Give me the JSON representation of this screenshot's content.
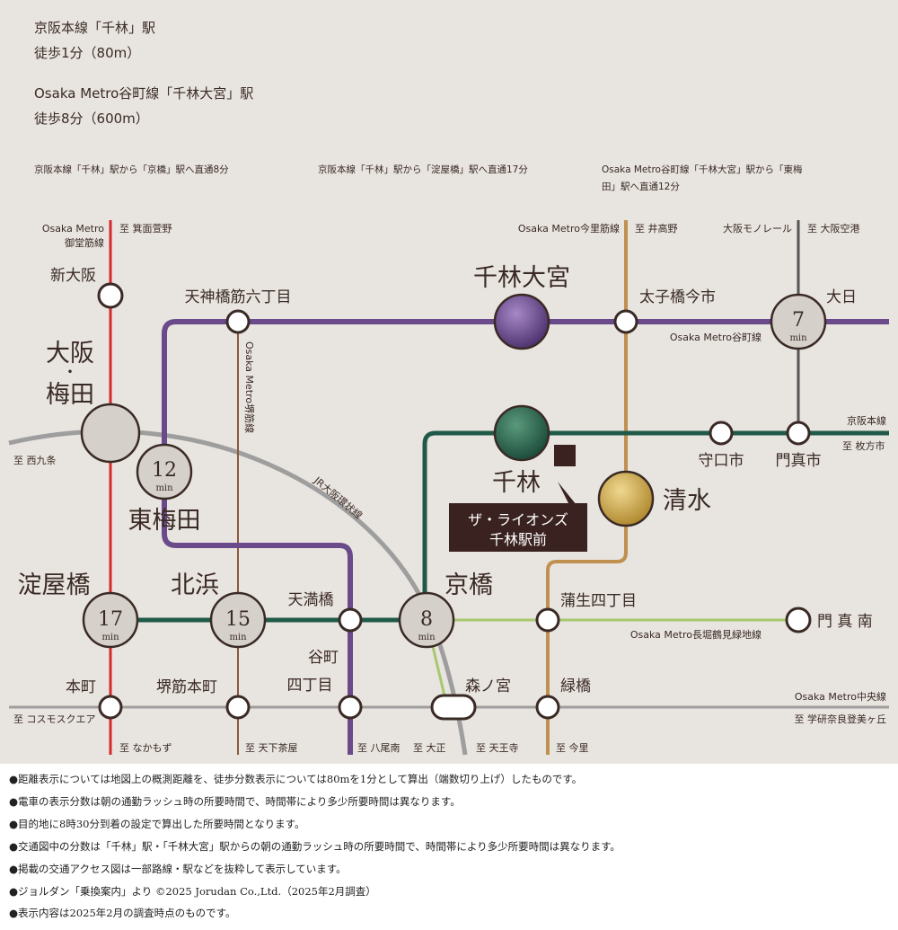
{
  "header": {
    "line1": "京阪本線「千林」駅",
    "line2": "徒歩1分（80m）",
    "line3": "Osaka Metro谷町線「千林大宮」駅",
    "line4": "徒歩8分（600m）"
  },
  "direct_notes": {
    "a": "京阪本線「千林」駅から「京橋」駅へ直通8分",
    "b": "京阪本線「千林」駅から「淀屋橋」駅へ直通17分",
    "c1": "Osaka Metro谷町線「千林大宮」駅から「東梅",
    "c2": "田」駅へ直通12分"
  },
  "lines": {
    "midosuji_1": "Osaka Metro",
    "midosuji_2": "御堂筋線",
    "sakaisuji": "Osaka Metro堺筋線",
    "loop": "JR大阪環状線",
    "imazatosuji": "Osaka Metro今里筋線",
    "monorail": "大阪モノレール",
    "tanimachi": "Osaka Metro谷町線",
    "keihan": "京阪本線",
    "nagahori": "Osaka Metro長堀鶴見緑地線",
    "chuo": "Osaka Metro中央線"
  },
  "directions": {
    "minoh": "至 箕面萱野",
    "nishikujo": "至 西九条",
    "itakano": "至 井高野",
    "osaka_airport": "至 大阪空港",
    "hirakata": "至 枚方市",
    "cosmo": "至 コスモスクエア",
    "nakamozu": "至 なかもず",
    "tengachaya": "至 天下茶屋",
    "yaominami": "至 八尾南",
    "taisho": "至 大正",
    "tennoji": "至 天王寺",
    "imazato": "至 今里",
    "gakken": "至 学研奈良登美ヶ丘"
  },
  "stations": {
    "shin_osaka": "新大阪",
    "osaka1": "大阪",
    "osaka_dot": "・",
    "umeda": "梅田",
    "higashi_umeda": "東梅田",
    "tenjinbashi": "天神橋筋六丁目",
    "sembayashi_omiya": "千林大宮",
    "taishibashi": "太子橋今市",
    "dainichi": "大日",
    "sembayashi": "千林",
    "shimizu": "清水",
    "moriguchi": "守口市",
    "kadoma": "門真市",
    "yodoyabashi": "淀屋橋",
    "kitahama": "北浜",
    "temmabashi": "天満橋",
    "kyobashi": "京橋",
    "gamo": "蒲生四丁目",
    "kadoma_minami": "門 真 南",
    "tanimachi4_1": "谷町",
    "tanimachi4_2": "四丁目",
    "hommachi": "本町",
    "sakaisuji_hommachi": "堺筋本町",
    "morinomiya": "森ノ宮",
    "midoribashi": "緑橋"
  },
  "minutes": {
    "dainichi": "7",
    "higashi_umeda": "12",
    "yodoyabashi": "17",
    "kitahama": "15",
    "kyobashi": "8",
    "unit": "min"
  },
  "property": {
    "line1": "ザ・ライオンズ",
    "line2": "千林駅前"
  },
  "notes": [
    "●距離表示については地図上の概測距離を、徒歩分数表示については80mを1分として算出（端数切り上げ）したものです。",
    "●電車の表示分数は朝の通勤ラッシュ時の所要時間で、時間帯により多少所要時間は異なります。",
    "●目的地に8時30分到着の設定で算出した所要時間となります。",
    "●交通図中の分数は「千林」駅・「千林大宮」駅からの朝の通勤ラッシュ時の所要時間で、時間帯により多少所要時間は異なります。",
    "●掲載の交通アクセス図は一部路線・駅などを抜粋して表示しています。",
    "●ジョルダン「乗換案内」より ©2025 Jorudan Co.,Ltd.（2025年2月調査）",
    "●表示内容は2025年2月の調査時点のものです。"
  ],
  "colors": {
    "background": "#e8e4df",
    "midosuji": "#d42a2a",
    "sakaisuji": "#8a5a3c",
    "loop": "#9e9e9e",
    "tanimachi": "#6a4a8a",
    "keihan": "#1f5a48",
    "imazatosuji": "#c09050",
    "monorail": "#555555",
    "nagahori": "#a8c870",
    "chuo": "#9e9e9e",
    "property": "#3a2220"
  }
}
